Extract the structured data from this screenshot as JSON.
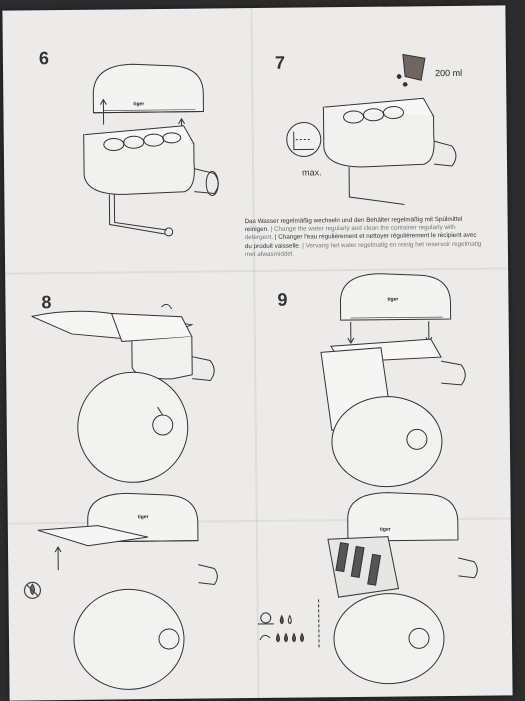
{
  "steps": [
    {
      "number": "6"
    },
    {
      "number": "7",
      "amount_label": "200 ml",
      "max_label": "max."
    },
    {
      "number": "8"
    },
    {
      "number": "9"
    }
  ],
  "instructions": {
    "de": "Das Wasser regelmäßig wechseln und den Behälter regelmäßig mit Spülmittel reinigen.",
    "en": "| Change the water regularly and clean the container regularly with detergent.",
    "fr": "| Changer l'eau régulièrement et nettoyer régulièrement le récipient avec du produit vaisselle.",
    "nl": "| Vervang het water regelmatig en reinig het reservoir regelmatig met afwasmiddel."
  },
  "brand_mark": "tiger",
  "icons": [
    "no-water-icon",
    "snail-icon",
    "drop-icon",
    "rabbit-icon"
  ]
}
